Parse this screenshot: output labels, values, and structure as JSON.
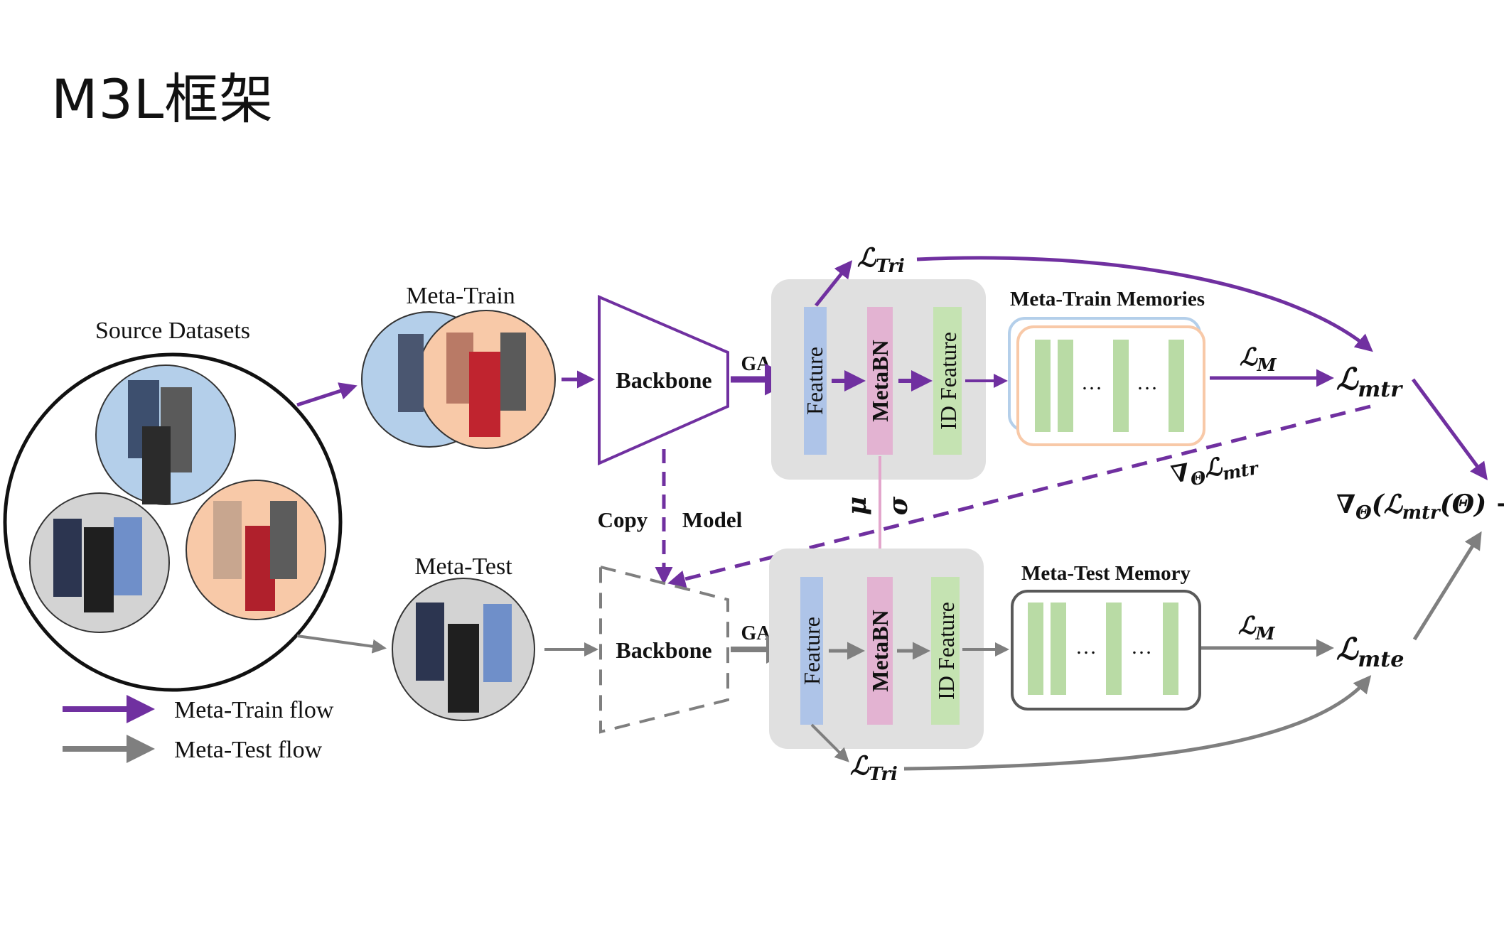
{
  "title": "M3L框架",
  "labels": {
    "source_datasets": "Source Datasets",
    "meta_train": "Meta-Train",
    "meta_test": "Meta-Test",
    "backbone_top": "Backbone",
    "backbone_bottom": "Backbone",
    "gap_top": "GAP",
    "gap_bottom": "GAP",
    "copy": "Copy",
    "model": "Model",
    "feature_top": "Feature",
    "metabn_top": "MetaBN",
    "id_feature_top": "ID Feature",
    "feature_bottom": "Feature",
    "metabn_bottom": "MetaBN",
    "id_feature_bottom": "ID Feature",
    "meta_train_memories": "Meta-Train Memories",
    "meta_test_memory": "Meta-Test Memory",
    "ellipsis": "…",
    "mu": "μ",
    "sigma": "σ"
  },
  "losses": {
    "tri_top_main": "ℒ",
    "tri_top_sub": "Tri",
    "tri_bottom_main": "ℒ",
    "tri_bottom_sub": "Tri",
    "m_top_main": "ℒ",
    "m_top_sub": "M",
    "m_bottom_main": "ℒ",
    "m_bottom_sub": "M",
    "mtr_main": "ℒ",
    "mtr_sub": "mtr",
    "mte_main": "ℒ",
    "mte_sub": "mte",
    "grad_main": "∇",
    "grad_sub": "Θ",
    "grad_loss_main": "ℒ",
    "grad_loss_sub": "mtr",
    "final_expr_a": "∇",
    "final_expr_b": "Θ",
    "final_expr_c": "(ℒ",
    "final_expr_d": "mtr",
    "final_expr_e": "(Θ) +"
  },
  "legend": {
    "meta_train_flow": "Meta-Train flow",
    "meta_test_flow": "Meta-Test flow"
  },
  "colors": {
    "purple": "#7030a0",
    "gray": "#7f7f7f",
    "blue_circle": "#b4cfea",
    "orange_circle": "#f8c9a8",
    "gray_circle": "#d3d3d3",
    "panel": "#e0e0e0",
    "feature_bar": "#aec4e8",
    "metabn_bar": "#e3b3d2",
    "id_bar": "#c5e3b2",
    "memory_bar": "#b9dba5"
  }
}
